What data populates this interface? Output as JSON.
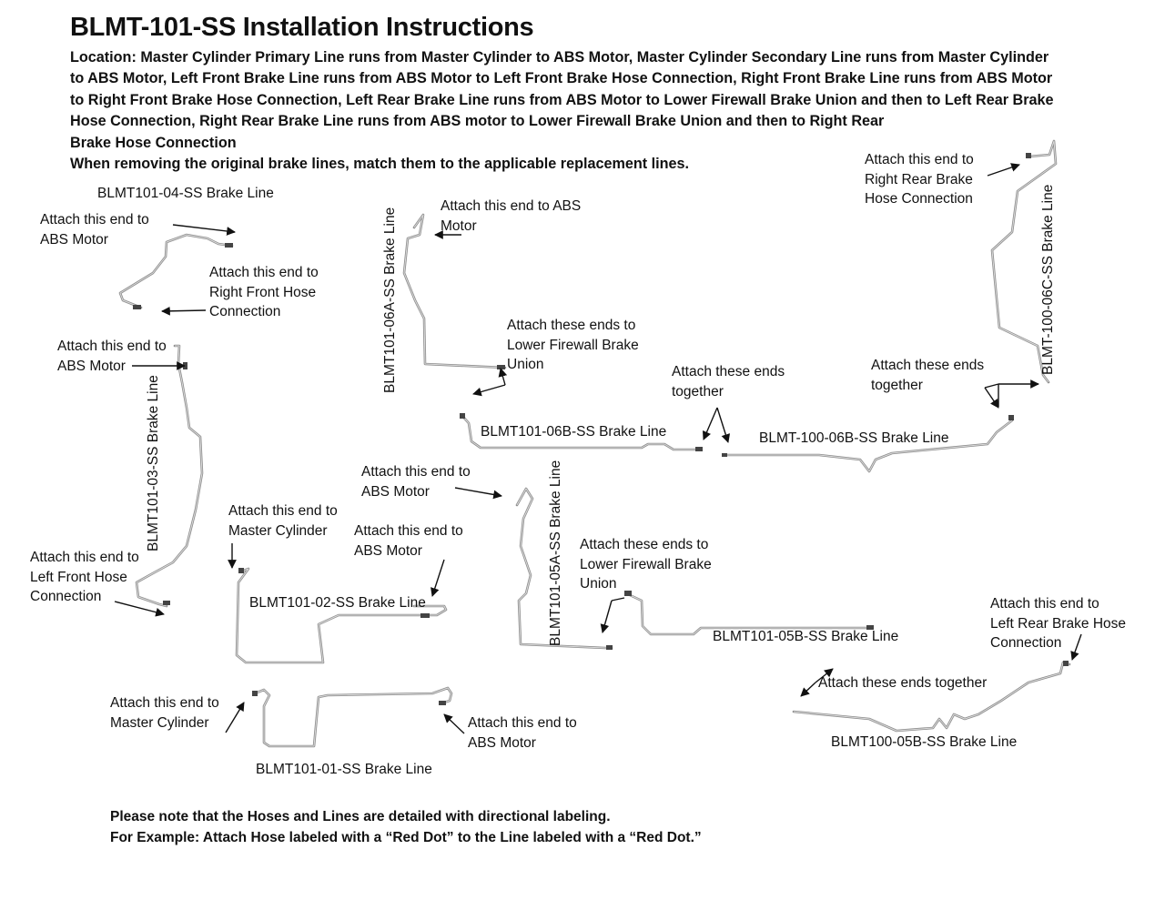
{
  "title": "BLMT-101-SS Installation Instructions",
  "location_lines": [
    "Location: Master Cylinder Primary Line runs from Master Cylinder to ABS Motor, Master Cylinder Secondary Line runs from Master Cylinder",
    "to ABS Motor, Left Front Brake Line runs from ABS Motor to Left Front Brake Hose Connection, Right Front Brake Line runs from ABS Motor",
    "to Right Front Brake Hose Connection, Left Rear Brake Line runs from ABS Motor to Lower Firewall Brake Union and then to Left Rear Brake",
    "Hose Connection, Right Rear Brake Line runs from ABS motor to Lower Firewall Brake Union and then to Right Rear",
    "Brake Hose Connection",
    "When removing the original brake lines, match them to the applicable replacement lines."
  ],
  "lines": {
    "l04": "BLMT101-04-SS Brake Line",
    "l03": "BLMT101-03-SS Brake Line",
    "l06a": "BLMT101-06A-SS Brake Line",
    "l06b": "BLMT101-06B-SS Brake Line",
    "l100_06b": "BLMT-100-06B-SS Brake Line",
    "l100_06c": "BLMT-100-06C-SS Brake Line",
    "l02": "BLMT101-02-SS Brake Line",
    "l05a": "BLMT101-05A-SS Brake Line",
    "l05b": "BLMT101-05B-SS Brake Line",
    "l01": "BLMT101-01-SS Brake Line",
    "l100_05b": "BLMT100-05B-SS Brake Line"
  },
  "callouts": {
    "c04_abs": [
      "Attach this end to",
      "ABS Motor"
    ],
    "c04_rf": [
      "Attach this end to",
      "Right Front Hose",
      "Connection"
    ],
    "c03_abs": [
      "Attach this end to",
      "ABS Motor"
    ],
    "c03_lf": [
      "Attach this end to",
      "Left Front Hose",
      "Connection"
    ],
    "c06a_abs": [
      "Attach this end to ABS",
      "Motor"
    ],
    "c06_union": [
      "Attach these ends to",
      "Lower Firewall Brake",
      "Union"
    ],
    "c06_together": [
      "Attach these ends",
      "together"
    ],
    "c100_together": [
      "Attach these ends",
      "together"
    ],
    "c06c_rr": [
      "Attach this end to",
      "Right Rear Brake",
      "Hose Connection"
    ],
    "c02_mc": [
      "Attach this end to",
      "Master Cylinder"
    ],
    "c02_abs": [
      "Attach this end to",
      "ABS Motor"
    ],
    "c05a_abs": [
      "Attach this end to",
      "ABS Motor"
    ],
    "c05_union": [
      "Attach these ends to",
      "Lower Firewall Brake",
      "Union"
    ],
    "c05_together": [
      "Attach these ends together"
    ],
    "c05_lr": [
      "Attach this end to",
      "Left Rear Brake Hose",
      "Connection"
    ],
    "c01_mc": [
      "Attach this end to",
      "Master Cylinder"
    ],
    "c01_abs": [
      "Attach this end to",
      "ABS Motor"
    ]
  },
  "note_lines": [
    "Please note that the Hoses and Lines are detailed with directional labeling.",
    "For Example: Attach Hose labeled with a “Red Dot” to the Line labeled with a “Red Dot.”"
  ]
}
